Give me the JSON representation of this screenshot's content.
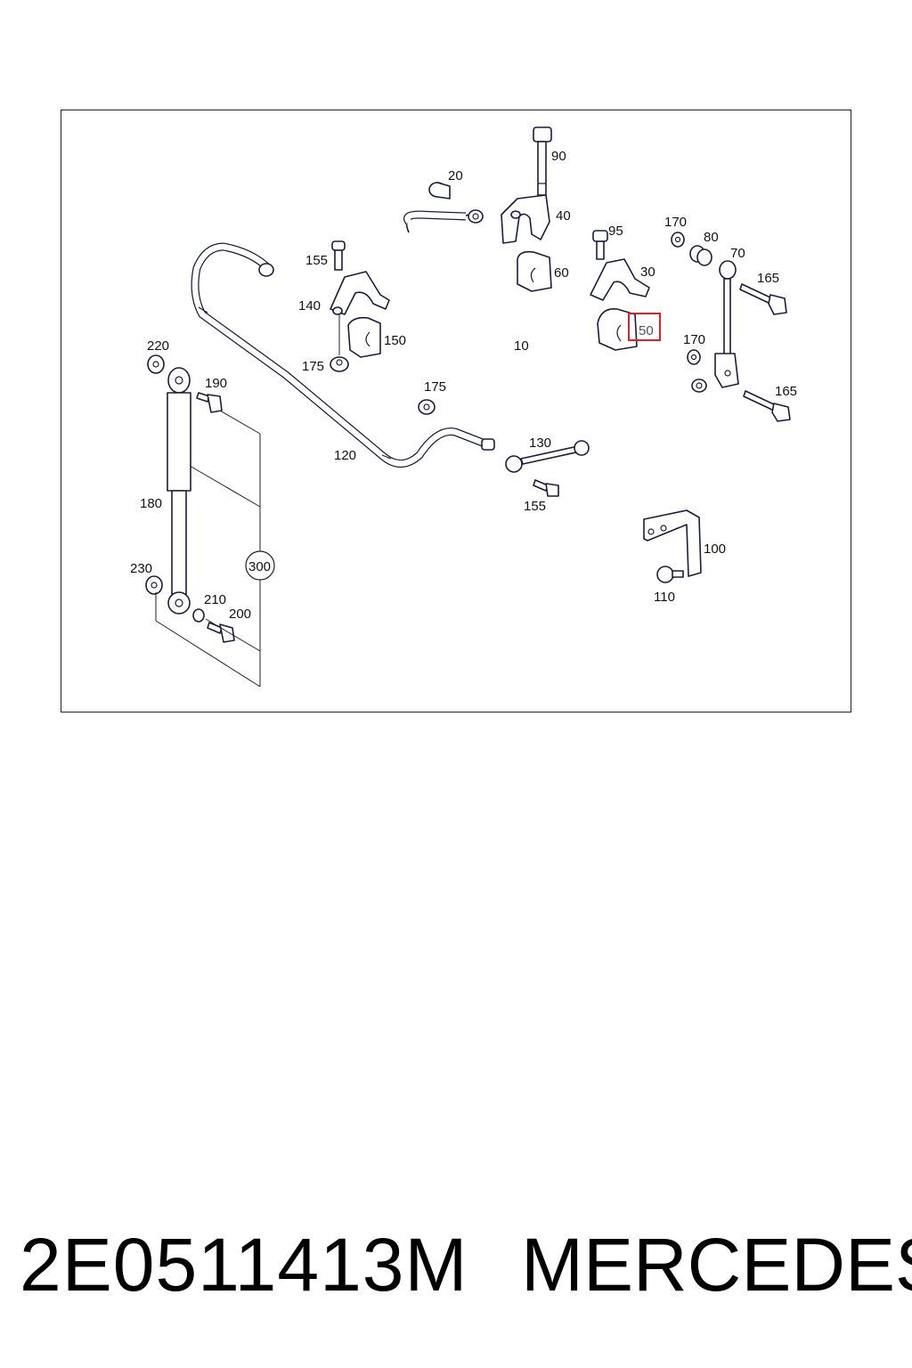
{
  "diagram": {
    "highlight_color": "#e0202a",
    "highlighted_part": "50",
    "labels": {
      "p10": "10",
      "p20": "20",
      "p30": "30",
      "p40": "40",
      "p50": "50",
      "p60": "60",
      "p70": "70",
      "p80": "80",
      "p90": "90",
      "p95": "95",
      "p100": "100",
      "p110": "110",
      "p120": "120",
      "p130": "130",
      "p140": "140",
      "p150": "150",
      "p155a": "155",
      "p155b": "155",
      "p165a": "165",
      "p165b": "165",
      "p170a": "170",
      "p170b": "170",
      "p175a": "175",
      "p175b": "175",
      "p180": "180",
      "p190": "190",
      "p200": "200",
      "p210": "210",
      "p220": "220",
      "p230": "230",
      "p300": "300"
    }
  },
  "footer": {
    "part_number": "2E0511413M",
    "brand": "MERCEDES"
  }
}
